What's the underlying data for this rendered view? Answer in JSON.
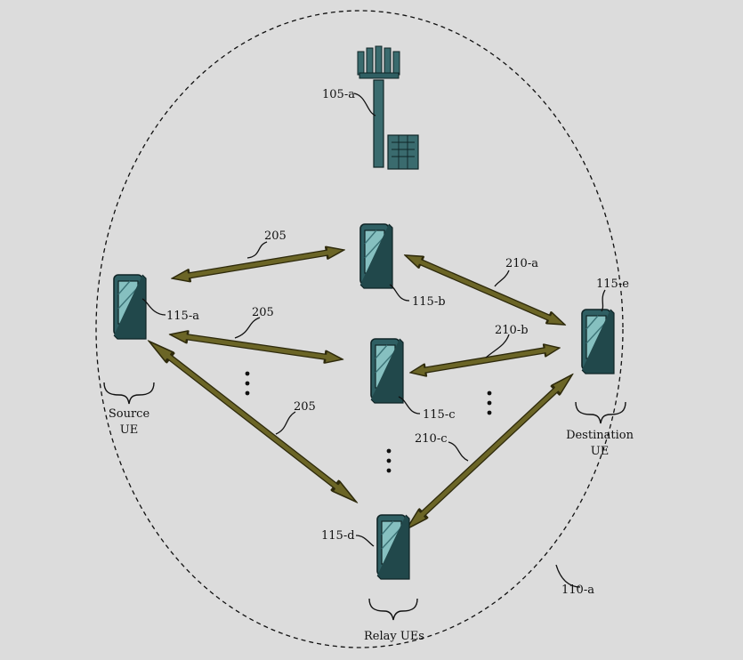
{
  "labels": {
    "base_station": "105-a",
    "coverage_area": "110-a",
    "ue_source": "115-a",
    "ue_relay_1": "115-b",
    "ue_relay_2": "115-c",
    "ue_relay_3": "115-d",
    "ue_destination": "115-e",
    "link_source_1": "205",
    "link_source_2": "205",
    "link_source_3": "205",
    "link_dest_a": "210-a",
    "link_dest_b": "210-b",
    "link_dest_c": "210-c",
    "source_group_line1": "Source",
    "source_group_line2": "UE",
    "destination_group_line1": "Destination",
    "destination_group_line2": "UE",
    "relay_group": "Relay UEs"
  },
  "colors": {
    "background": "#dcdcdc",
    "arrow_fill": "#6b6526",
    "arrow_stroke": "#2e2a0c",
    "device_body": "#2f5f63",
    "device_screen": "#86c0c0",
    "tower": "#3a6b6e"
  }
}
